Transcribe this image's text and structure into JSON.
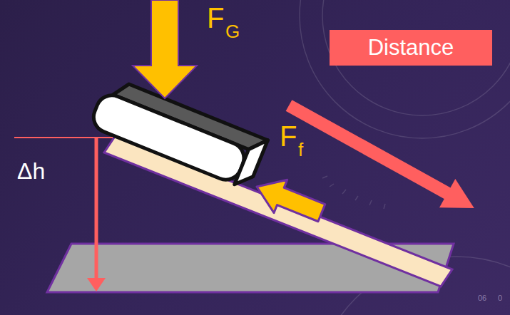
{
  "diagram": {
    "nodes": [
      {
        "text": [
          "Distance"
        ]
      }
    ],
    "labels": [
      "F",
      "G",
      "F",
      "f",
      "Δh",
      "06",
      "0"
    ]
  }
}
